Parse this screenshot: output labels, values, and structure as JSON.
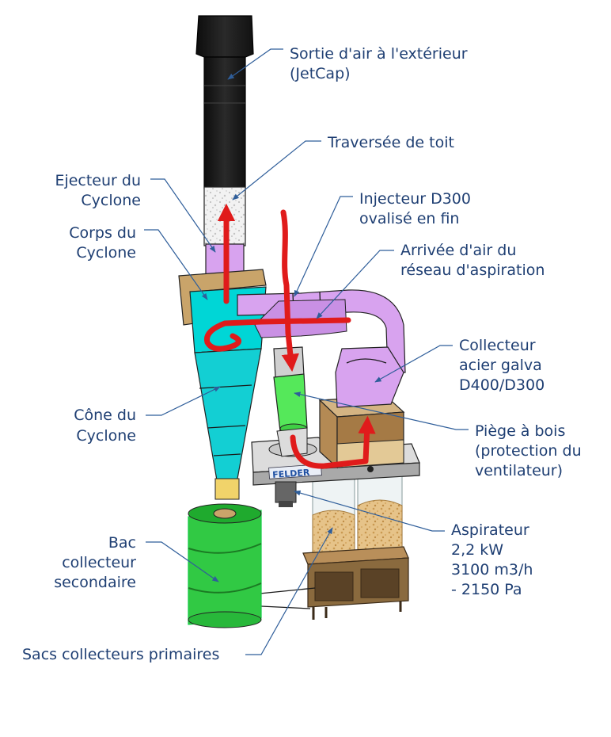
{
  "labels": {
    "sortie_line1": "Sortie d'air à l'extérieur",
    "sortie_line2": "(JetCap)",
    "traversee": "Traversée de toit",
    "ejecteur_line1": "Ejecteur du",
    "ejecteur_line2": "Cyclone",
    "injecteur_line1": "Injecteur D300",
    "injecteur_line2": "ovalisé en fin",
    "corps_line1": "Corps du",
    "corps_line2": "Cyclone",
    "arrivee_line1": "Arrivée d'air du",
    "arrivee_line2": "réseau d'aspiration",
    "collecteur_line1": "Collecteur",
    "collecteur_line2": "acier galva",
    "collecteur_line3": "D400/D300",
    "cone_line1": "Cône du",
    "cone_line2": "Cyclone",
    "piege_line1": "Piège à bois",
    "piege_line2": "(protection du",
    "piege_line3": "ventilateur)",
    "aspirateur_line1": "Aspirateur",
    "aspirateur_line2": "2,2 kW",
    "aspirateur_line3": "3100 m3/h",
    "aspirateur_line4": "- 2150 Pa",
    "bac_line1": "Bac",
    "bac_line2": "collecteur",
    "bac_line3": "secondaire",
    "sacs": "Sacs collecteurs primaires"
  },
  "machine_brand": "FELDER",
  "colors": {
    "label_text": "#1f3f73",
    "leader_line": "#2f5e9a",
    "flow_arrow": "#e01b1b",
    "cyclone_body": "#00d6d6",
    "duct_purple": "#d8a3ef",
    "green_parts": "#47e04a",
    "chimney_black": "#1a1a1a",
    "wood": "#c9a46a",
    "galvanized": "#d8d8d8"
  }
}
